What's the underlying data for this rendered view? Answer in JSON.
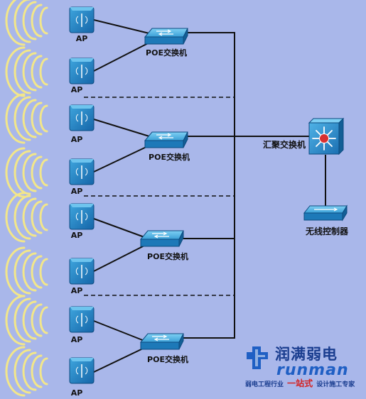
{
  "colors": {
    "background": "#a9b7ea",
    "link": "#111111",
    "signal": "#f2e68a",
    "device": "#2c8dc7",
    "core": "#d83030"
  },
  "labels": {
    "ap": "AP",
    "poe_switch": "POE交换机",
    "aggregation_switch": "汇聚交换机",
    "wireless_controller": "无线控制器"
  },
  "groups": [
    {
      "aps": [
        "AP",
        "AP"
      ],
      "switch": "POE交换机"
    },
    {
      "aps": [
        "AP",
        "AP"
      ],
      "switch": "POE交换机"
    },
    {
      "aps": [
        "AP",
        "AP"
      ],
      "switch": "POE交换机"
    },
    {
      "aps": [
        "AP",
        "AP"
      ],
      "switch": "POE交换机"
    }
  ],
  "logo": {
    "name_cn": "润满弱电",
    "name_en": "runman",
    "tagline_pre": "弱电工程行业",
    "tagline_highlight": "一站式",
    "tagline_post": "设计施工专家"
  }
}
